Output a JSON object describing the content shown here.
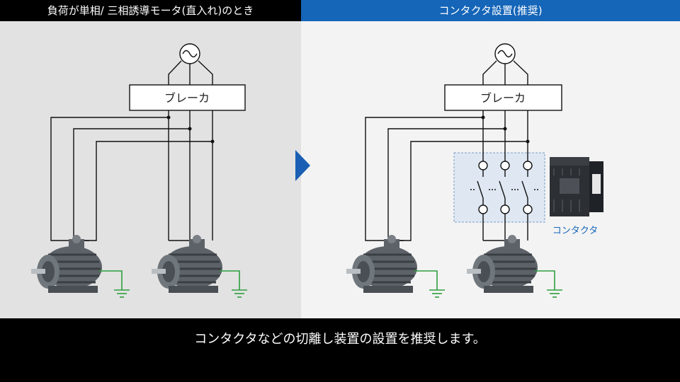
{
  "header": {
    "left_title": "負荷が単相/ 三相誘導モータ(直入れ)のとき",
    "right_title": "コンタクタ設置(推奨)"
  },
  "diagram": {
    "breaker_label": "ブレーカ",
    "contactor_label": "コンタクタ"
  },
  "caption": "コンタクタなどの切離し装置の設置を推奨します。",
  "colors": {
    "header_right": "#1565b8",
    "arrow": "#1a5fb4",
    "ground": "#2e9e3e",
    "contactor_box": "#dfe8f2"
  }
}
